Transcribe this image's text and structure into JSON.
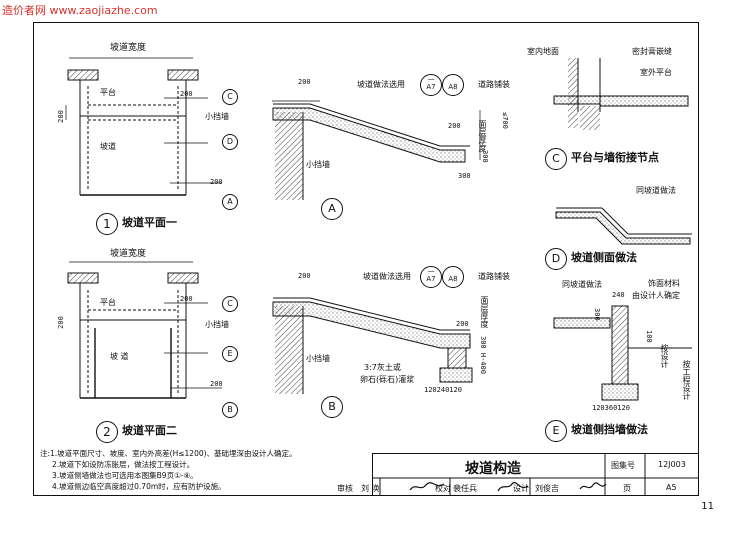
{
  "watermark": "造价者网  www.zaojiazhe.com",
  "page_number": "11",
  "plan1": {
    "dim_width": "坡道宽度",
    "platform": "平台",
    "ramp": "坡道",
    "small_wall": "小挡墙",
    "dim_200a": "200",
    "dim_200b": "200",
    "dim_200c": "200",
    "marker_c": "C",
    "marker_d": "D",
    "marker_a": "A",
    "caption_num": "1",
    "caption": "坡道平面一"
  },
  "plan2": {
    "dim_width": "坡道宽度",
    "platform": "平台",
    "ramp": "坡 道",
    "small_wall": "小挡墙",
    "dim_200a": "200",
    "dim_200b": "200",
    "dim_200c": "200",
    "marker_c": "C",
    "marker_e": "E",
    "marker_b": "B",
    "caption_num": "2",
    "caption": "坡道平面二"
  },
  "section_a": {
    "dim_200_top": "200",
    "method_label": "坡道做法选用",
    "ref_top": "—",
    "ref_a7": "A7",
    "ref_a8": "A8",
    "paving": "道路铺装",
    "dim_200": "200",
    "surface_thickness": "面层厚度",
    "dim_700": "≤700",
    "dim_300v": "300",
    "dim_300h": "300",
    "small_wall": "小挡墙",
    "marker": "A"
  },
  "section_b": {
    "dim_200_top": "200",
    "method_label": "坡道做法选用",
    "ref_top": "—",
    "ref_a7": "A7",
    "ref_a8": "A8",
    "paving": "道路铺装",
    "dim_200": "200",
    "surface_thickness": "面层厚度",
    "dim_h400": "300 H-400",
    "small_wall": "小挡墙",
    "fill_line1": "3:7灰土或",
    "fill_line2": "卵石(砾石)灌浆",
    "dim_bottom": "120240120",
    "marker": "B"
  },
  "detail_c": {
    "indoor_floor": "室内地面",
    "sealant": "密封膏嵌缝",
    "outdoor_platform": "室外平台",
    "marker": "C",
    "caption": "平台与墙衔接节点"
  },
  "detail_d": {
    "same_as_ramp": "同坡道做法",
    "marker": "D",
    "caption": "坡道侧面做法"
  },
  "detail_e": {
    "same_as_ramp": "同坡道做法",
    "finish_material": "饰面材料",
    "by_designer": "由设计人确定",
    "dim_240": "240",
    "dim_300": "300",
    "dim_100": "100",
    "per_design": "按设计",
    "by_engineering": "按工程设计",
    "dim_bottom": "120360120",
    "marker": "E",
    "caption": "坡道侧挡墙做法"
  },
  "notes": {
    "head": "注:",
    "lines": [
      "1.坡道平面尺寸、坡度、室内外高差(H≤1200)、基础埋深由设计人确定。",
      "2.坡道下如设防冻胀层，做法按工程设计。",
      "3.坡道侧墙做法也可选用本图集B9页①-⑧。",
      "4.坡道侧边临空高度超过0.70m时，应有防护设施。"
    ]
  },
  "title_block": {
    "title": "坡道构造",
    "atlas_label": "图集号",
    "atlas_value": "12J003",
    "review_label": "审核",
    "review_name": "刘 涣",
    "check_label": "校对",
    "check_name": "裴任兵",
    "design_label": "设计",
    "design_name": "刘俊吉",
    "page_label": "页",
    "page_value": "A5"
  }
}
